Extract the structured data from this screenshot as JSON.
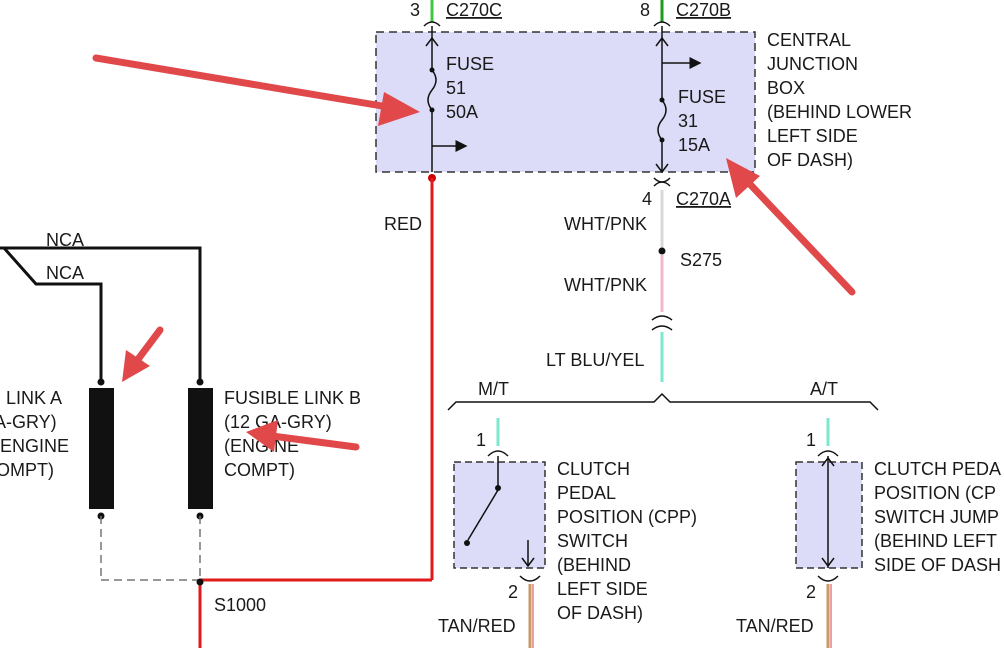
{
  "colors": {
    "box_fill": "#dcdcf8",
    "wire_red": "#e01a1a",
    "arrow_red": "#e0484a",
    "wire_black": "#111111",
    "wire_green": "#3ec83e",
    "wire_pink": "#f0b8c8",
    "wire_light_gray": "#d8d8d8",
    "wire_tan": "#c89a6a",
    "wire_teal": "#7de8d0"
  },
  "junction_box": {
    "connector_c": "C270C",
    "pin_c": "3",
    "connector_b": "C270B",
    "pin_b": "8",
    "connector_a": "C270A",
    "pin_a": "4",
    "label_lines": [
      "CENTRAL",
      "JUNCTION",
      "BOX",
      "(BEHIND LOWER",
      "LEFT SIDE",
      "OF DASH)"
    ],
    "fuse51": [
      "FUSE",
      "51",
      "50A"
    ],
    "fuse31": [
      "FUSE",
      "31",
      "15A"
    ]
  },
  "wires": {
    "red": "RED",
    "wht_pnk_1": "WHT/PNK",
    "splice_275": "S275",
    "wht_pnk_2": "WHT/PNK",
    "lt_blu_yel": "LT BLU/YEL",
    "nca_1": "NCA",
    "nca_2": "NCA",
    "splice_1000": "S1000",
    "tan_red_1": "TAN/RED",
    "tan_red_2": "TAN/RED"
  },
  "fusible_link_a": [
    "LINK A",
    "A-GRY)",
    "ENGINE",
    "OMPT)"
  ],
  "fusible_link_b": [
    "FUSIBLE LINK B",
    "(12 GA-GRY)",
    "(ENGINE",
    "COMPT)"
  ],
  "branches": {
    "mt": "M/T",
    "at": "A/T"
  },
  "cpp_switch": {
    "pin_top": "1",
    "pin_bottom": "2",
    "label_lines": [
      "CLUTCH",
      "PEDAL",
      "POSITION (CPP)",
      "SWITCH",
      "(BEHIND",
      "LEFT SIDE",
      "OF DASH)"
    ]
  },
  "cpp_jumper": {
    "pin_top": "1",
    "pin_bottom": "2",
    "label_lines": [
      "CLUTCH PEDA",
      "POSITION (CP",
      "SWITCH JUMP",
      "(BEHIND LEFT",
      "SIDE OF DASH"
    ]
  }
}
